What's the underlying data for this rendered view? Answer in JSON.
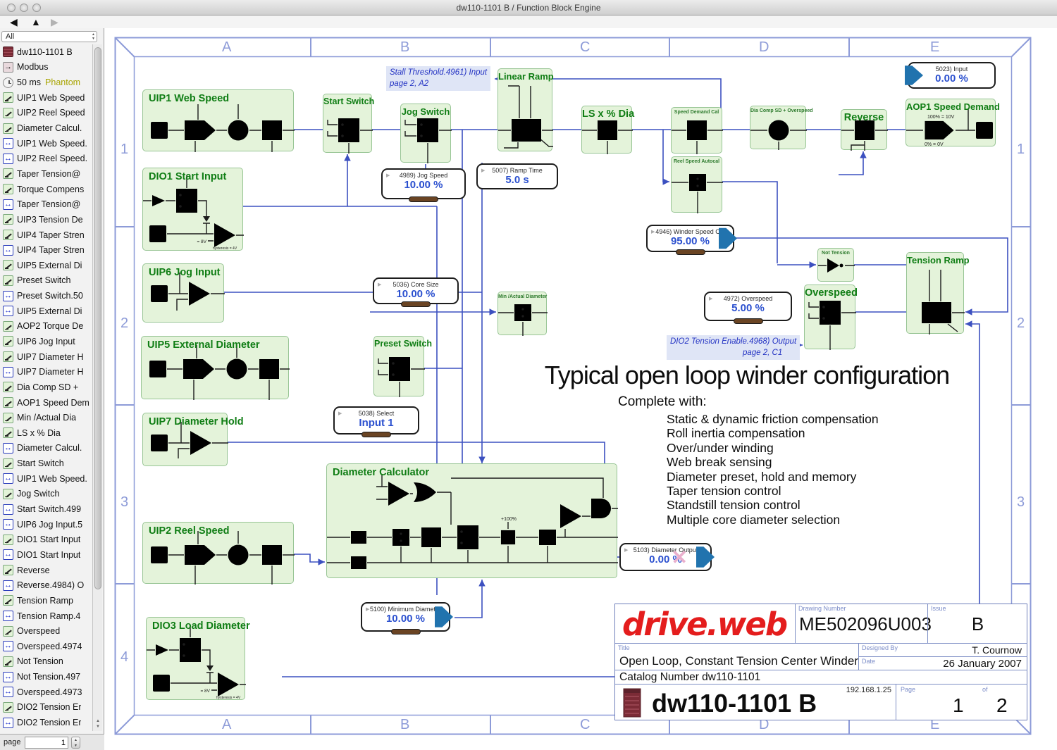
{
  "window": {
    "title": "dw110-1101 B / Function Block Engine"
  },
  "toolbar": {
    "filter_value": "All",
    "back_icon": "back",
    "up_icon": "up",
    "forward_icon": "forward"
  },
  "sidebar": {
    "page_label": "page",
    "page_value": "1",
    "items": [
      {
        "icon": "dev",
        "label": "dw110-1101 B"
      },
      {
        "icon": "mod",
        "label": "Modbus"
      },
      {
        "icon": "clock",
        "label": "50 ms",
        "suffix": "Phantom"
      },
      {
        "icon": "fb",
        "label": "UIP1 Web Speed"
      },
      {
        "icon": "fb",
        "label": "UIP2 Reel Speed"
      },
      {
        "icon": "fb",
        "label": "Diameter Calcul."
      },
      {
        "icon": "conn",
        "label": "UIP1 Web Speed."
      },
      {
        "icon": "conn",
        "label": "UIP2 Reel Speed."
      },
      {
        "icon": "fb",
        "label": "Taper Tension@"
      },
      {
        "icon": "fb",
        "label": "Torque Compens"
      },
      {
        "icon": "conn",
        "label": "Taper Tension@"
      },
      {
        "icon": "fb",
        "label": "UIP3 Tension De"
      },
      {
        "icon": "fb",
        "label": "UIP4 Taper Stren"
      },
      {
        "icon": "conn",
        "label": "UIP4 Taper Stren"
      },
      {
        "icon": "fb",
        "label": "UIP5 External Di"
      },
      {
        "icon": "fb",
        "label": "Preset Switch"
      },
      {
        "icon": "conn",
        "label": "Preset Switch.50"
      },
      {
        "icon": "conn",
        "label": "UIP5 External Di"
      },
      {
        "icon": "fb",
        "label": "AOP2 Torque De"
      },
      {
        "icon": "fb",
        "label": "UIP6 Jog Input"
      },
      {
        "icon": "fb",
        "label": "UIP7 Diameter H"
      },
      {
        "icon": "conn",
        "label": "UIP7 Diameter H"
      },
      {
        "icon": "fb",
        "label": "Dia Comp SD +"
      },
      {
        "icon": "fb",
        "label": "AOP1 Speed Dem"
      },
      {
        "icon": "fb",
        "label": "Min /Actual  Dia"
      },
      {
        "icon": "fb",
        "label": "LS x % Dia"
      },
      {
        "icon": "conn",
        "label": "Diameter Calcul."
      },
      {
        "icon": "fb",
        "label": "Start Switch"
      },
      {
        "icon": "conn",
        "label": "UIP1 Web Speed."
      },
      {
        "icon": "fb",
        "label": "Jog Switch"
      },
      {
        "icon": "conn",
        "label": "Start Switch.499"
      },
      {
        "icon": "conn",
        "label": "UIP6 Jog Input.5"
      },
      {
        "icon": "fb",
        "label": "DIO1 Start Input"
      },
      {
        "icon": "conn",
        "label": "DIO1 Start Input"
      },
      {
        "icon": "fb",
        "label": "Reverse"
      },
      {
        "icon": "conn",
        "label": "Reverse.4984) O"
      },
      {
        "icon": "fb",
        "label": "Tension Ramp"
      },
      {
        "icon": "conn",
        "label": "Tension Ramp.4"
      },
      {
        "icon": "fb",
        "label": "Overspeed"
      },
      {
        "icon": "conn",
        "label": "Overspeed.4974"
      },
      {
        "icon": "fb",
        "label": "Not Tension"
      },
      {
        "icon": "conn",
        "label": "Not Tension.497"
      },
      {
        "icon": "conn",
        "label": "Overspeed.4973"
      },
      {
        "icon": "fb",
        "label": "DIO2 Tension Er"
      },
      {
        "icon": "conn",
        "label": "DIO2 Tension Er"
      }
    ]
  },
  "canvas": {
    "grid": {
      "columns": [
        "A",
        "B",
        "C",
        "D",
        "E"
      ],
      "rows": [
        "1",
        "2",
        "3",
        "4"
      ]
    },
    "blocks": [
      {
        "title": "UIP1 Web Speed"
      },
      {
        "title": "DIO1 Start Input"
      },
      {
        "title": "UIP6 Jog Input"
      },
      {
        "title": "UIP5 External Diameter"
      },
      {
        "title": "UIP7 Diameter Hold"
      },
      {
        "title": "UIP2 Reel Speed"
      },
      {
        "title": "DIO3 Load Diameter"
      },
      {
        "title": "Start Switch"
      },
      {
        "title": "Jog Switch"
      },
      {
        "title": "Linear Ramp"
      },
      {
        "title": "LS x % Dia"
      },
      {
        "title": "Speed Demand Cal"
      },
      {
        "title": "Reel Speed Autocal"
      },
      {
        "title": "Dia Comp SD + Overspeed"
      },
      {
        "title": "Reverse"
      },
      {
        "title": "AOP1 Speed Demand"
      },
      {
        "title": "Not Tension"
      },
      {
        "title": "Overspeed"
      },
      {
        "title": "Tension Ramp"
      },
      {
        "title": "Preset Switch"
      },
      {
        "title": "Min /Actual  Diameter"
      },
      {
        "title": "Diameter Calculator"
      }
    ],
    "params": [
      {
        "caption": "5023) Input",
        "value": "0.00 %"
      },
      {
        "caption": "4989) Jog Speed",
        "value": "10.00 %"
      },
      {
        "caption": "5007) Ramp Time",
        "value": "5.0 s"
      },
      {
        "caption": "4946) Winder Speed Cal",
        "value": "95.00 %"
      },
      {
        "caption": "5036) Core Size",
        "value": "10.00 %"
      },
      {
        "caption": "4972) Overspeed",
        "value": "5.00 %"
      },
      {
        "caption": "5038) Select",
        "value": "Input 1"
      },
      {
        "caption": "5103) Diameter Output",
        "value": "0.00 %"
      },
      {
        "caption": "5100) Minimum Diameter",
        "value": "10.00 %"
      }
    ],
    "notes": [
      {
        "line1": "Stall Threshold.4961) Input",
        "line2": "page 2, A2"
      },
      {
        "line1": "DIO2 Tension Enable.4968) Output",
        "line2": "page 2, C1"
      }
    ],
    "small_labels": {
      "aop_top": "100% = 10V",
      "aop_bottom": "0% = 0V",
      "dio_level": "= 8V",
      "dio_hyst": "hysteresis = 4V",
      "slew_limit": "+100%"
    }
  },
  "annotation": {
    "title": "Typical open loop winder configuration",
    "subtitle": "Complete with:",
    "features": [
      "Static & dynamic friction compensation",
      "Roll inertia compensation",
      "Over/under winding",
      "Web break sensing",
      "Diameter preset, hold and memory",
      "Taper tension control",
      "Standstill tension control",
      "Multiple core diameter selection"
    ]
  },
  "titleblock": {
    "logo": "drive.web",
    "drawing_number_label": "Drawing Number",
    "drawing_number": "ME502096U003",
    "issue_label": "Issue",
    "issue": "B",
    "title_label": "Title",
    "title": "Open Loop, Constant Tension Center Winder",
    "designed_by_label": "Designed By",
    "designed_by": "T. Cournow",
    "date_label": "Date",
    "date": "26 January 2007",
    "catalog": "Catalog Number dw110-1101",
    "ip": "192.168.1.25",
    "page_label": "Page",
    "page": "1",
    "of_label": "of",
    "of": "2",
    "device_name": "dw110-1101 B"
  },
  "colors": {
    "wire_blue": "#3c50c0",
    "frame_blue": "#8d9bd8",
    "block_fill": "#e4f3da",
    "block_border": "#98c595",
    "block_title_green": "#0f7d14",
    "param_value_blue": "#2b50cf",
    "note_blue": "#2433c3",
    "logo_red": "#e41d1d",
    "arrow_blue": "#2173ae",
    "phantom_olive": "#a8a400"
  }
}
